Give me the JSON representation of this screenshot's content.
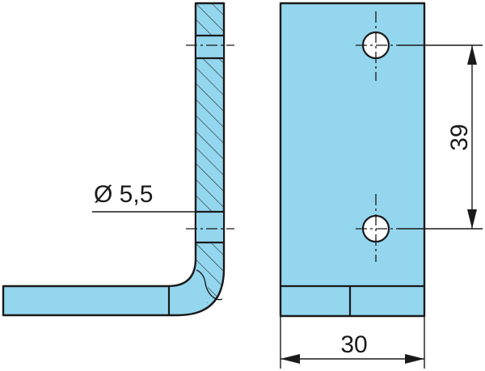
{
  "dimensions": {
    "hole_diameter": "Ø 5,5",
    "hole_spacing": "39",
    "width": "30"
  },
  "colors": {
    "part_fill": "#93d6ee",
    "line": "#1a1a1a",
    "background": "#ffffff"
  }
}
